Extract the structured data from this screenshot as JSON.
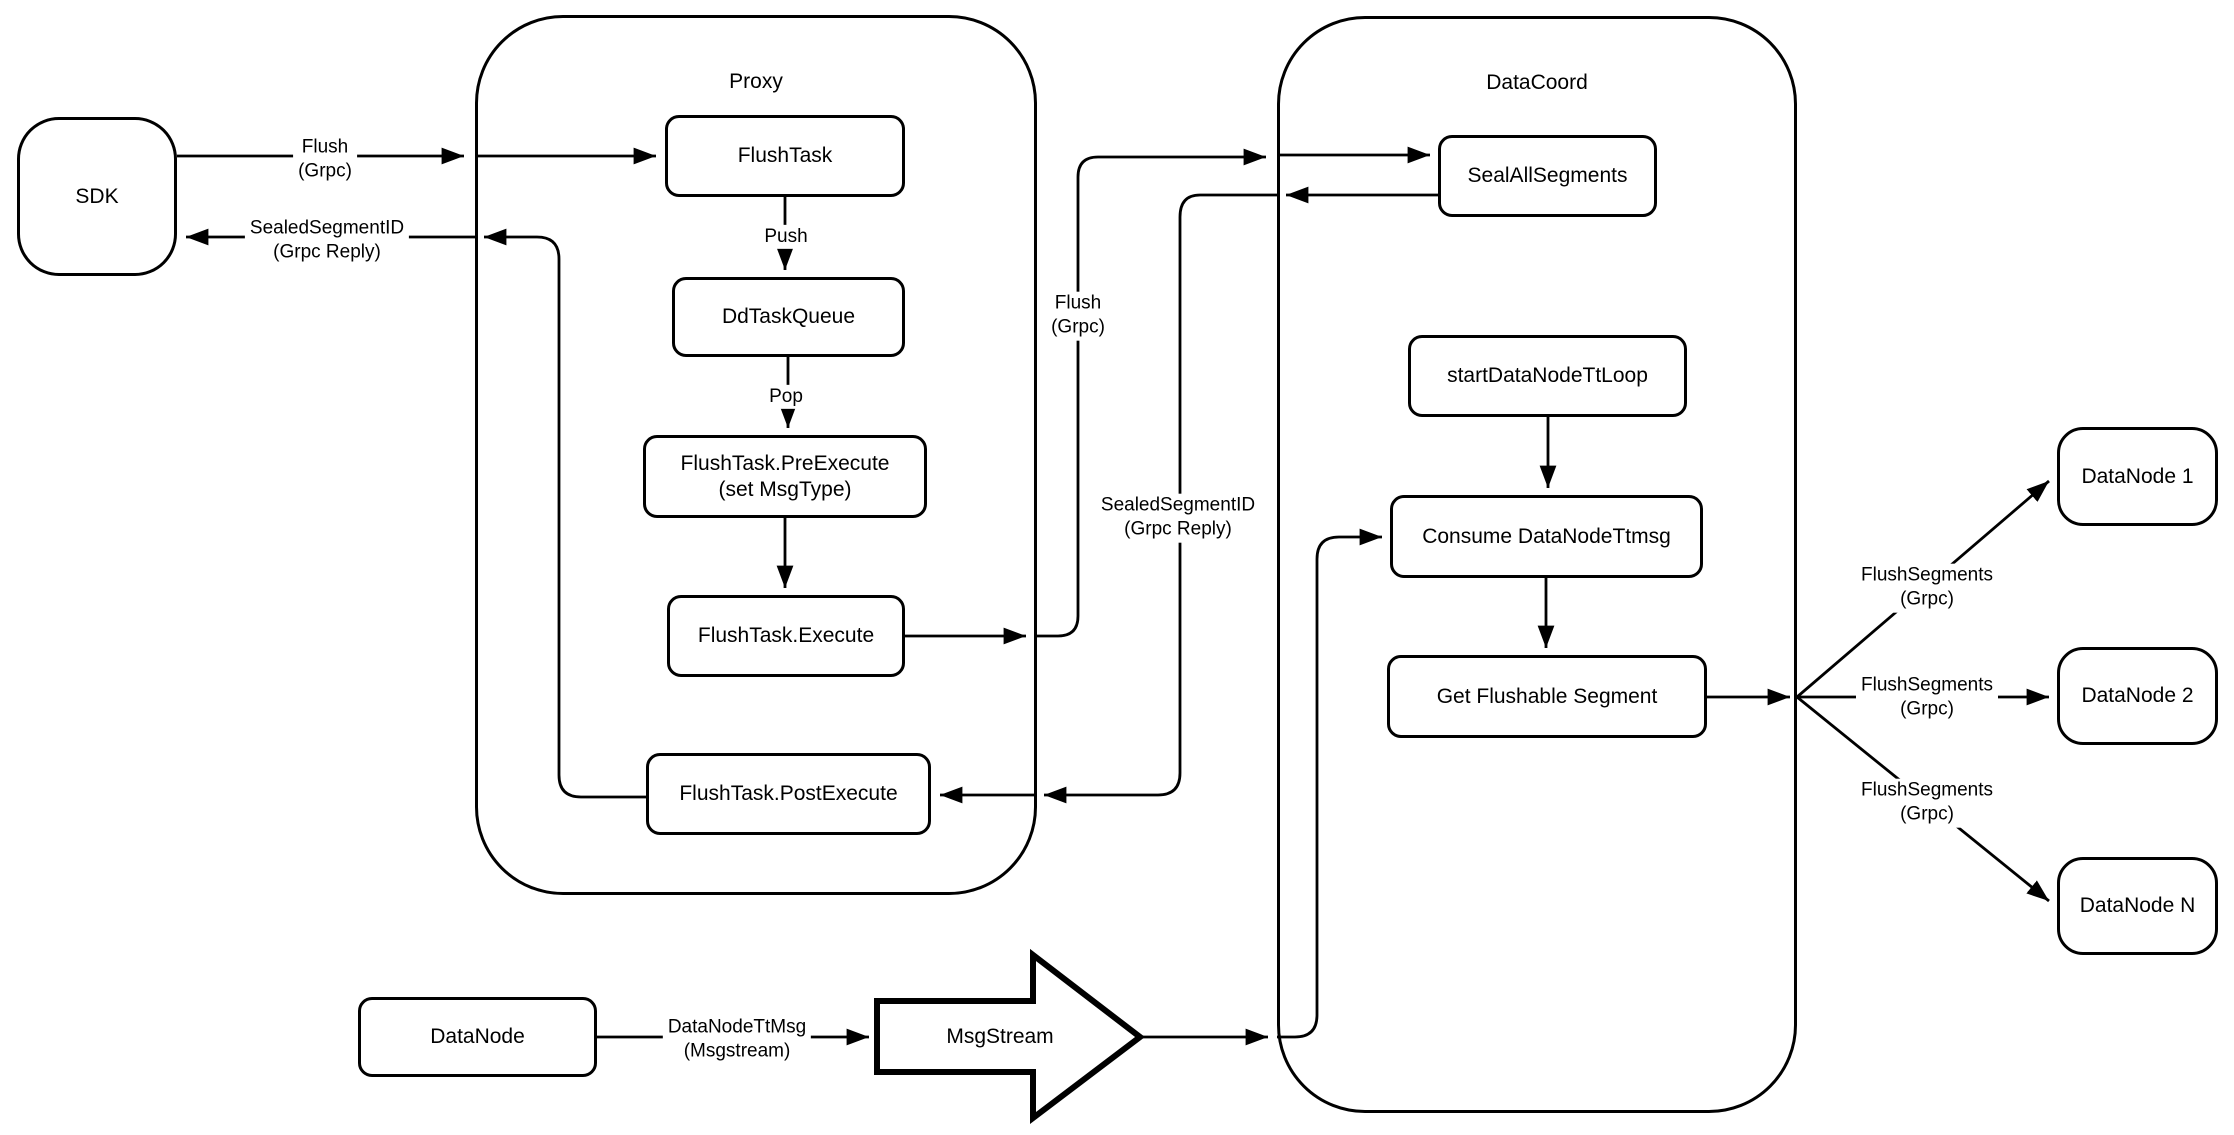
{
  "diagram": {
    "containers": {
      "proxy": {
        "title": "Proxy"
      },
      "datacoord": {
        "title": "DataCoord"
      }
    },
    "nodes": {
      "sdk": "SDK",
      "flush_task": "FlushTask",
      "dd_task_queue": "DdTaskQueue",
      "pre_execute": "FlushTask.PreExecute\n(set MsgType)",
      "execute": "FlushTask.Execute",
      "post_execute": "FlushTask.PostExecute",
      "seal_all_segments": "SealAllSegments",
      "start_datanode_tt_loop": "startDataNodeTtLoop",
      "consume_datanode_ttmsg": "Consume DataNodeTtmsg",
      "get_flushable_segment": "Get Flushable Segment",
      "datanode_1": "DataNode 1",
      "datanode_2": "DataNode 2",
      "datanode_n": "DataNode N",
      "datanode": "DataNode",
      "msgstream": "MsgStream"
    },
    "edge_labels": {
      "flush_grpc_sdk": "Flush\n(Grpc)",
      "sealed_segment_id_sdk": "SealedSegmentID\n(Grpc Reply)",
      "push": "Push",
      "pop": "Pop",
      "flush_grpc_proxy": "Flush\n(Grpc)",
      "sealed_segment_id_proxy": "SealedSegmentID\n(Grpc Reply)",
      "flush_segments_1": "FlushSegments\n(Grpc)",
      "flush_segments_2": "FlushSegments\n(Grpc)",
      "flush_segments_3": "FlushSegments\n(Grpc)",
      "datanode_ttmsg": "DataNodeTtMsg\n(Msgstream)"
    },
    "colors": {
      "stroke": "#000000",
      "background": "#ffffff"
    }
  }
}
